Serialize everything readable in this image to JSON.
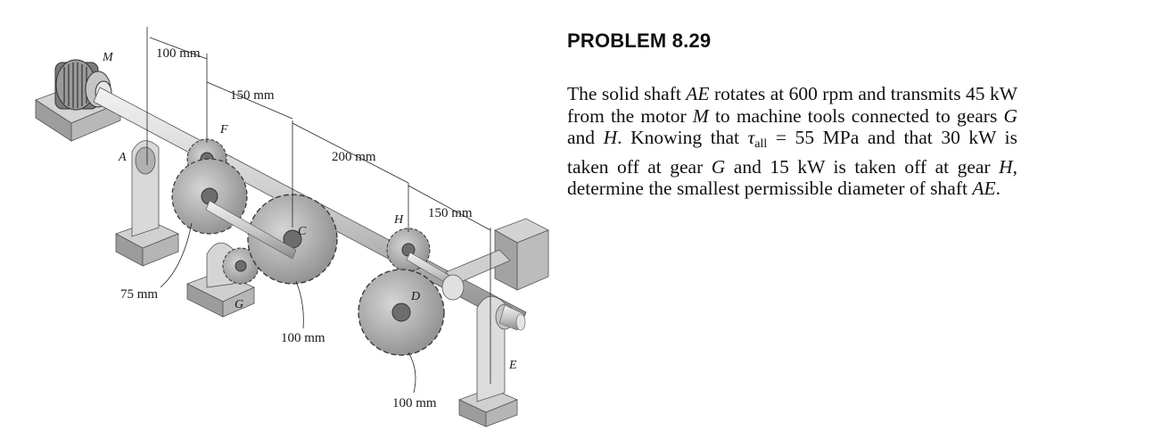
{
  "problem": {
    "title": "PROBLEM 8.29",
    "text": {
      "p1": "The solid shaft ",
      "AE1": "AE",
      "p2": " rotates at 600 rpm and transmits 45 kW from the motor ",
      "M": "M",
      "p3": " to machine tools connected to gears ",
      "G": "G",
      "p4": " and ",
      "H": "H",
      "p5": ". Knowing that ",
      "tau": "τ",
      "tau_sub": "all",
      "p6": " = 55 MPa and that 30 kW is taken off at gear ",
      "G2": "G",
      "p7": " and 15 kW is taken off at gear ",
      "H2": "H",
      "p8": ", determine the smallest permissible diameter of shaft ",
      "AE2": "AE",
      "p9": "."
    }
  },
  "figure": {
    "labels": {
      "M": "M",
      "A": "A",
      "F": "F",
      "C": "C",
      "H": "H",
      "D": "D",
      "G": "G",
      "E": "E"
    },
    "dimensions": {
      "d1": "100 mm",
      "d2": "150 mm",
      "d3": "200 mm",
      "d4": "150 mm",
      "r_gear_f": "75 mm",
      "r_gear_c": "100 mm",
      "r_gear_d": "100 mm"
    }
  }
}
